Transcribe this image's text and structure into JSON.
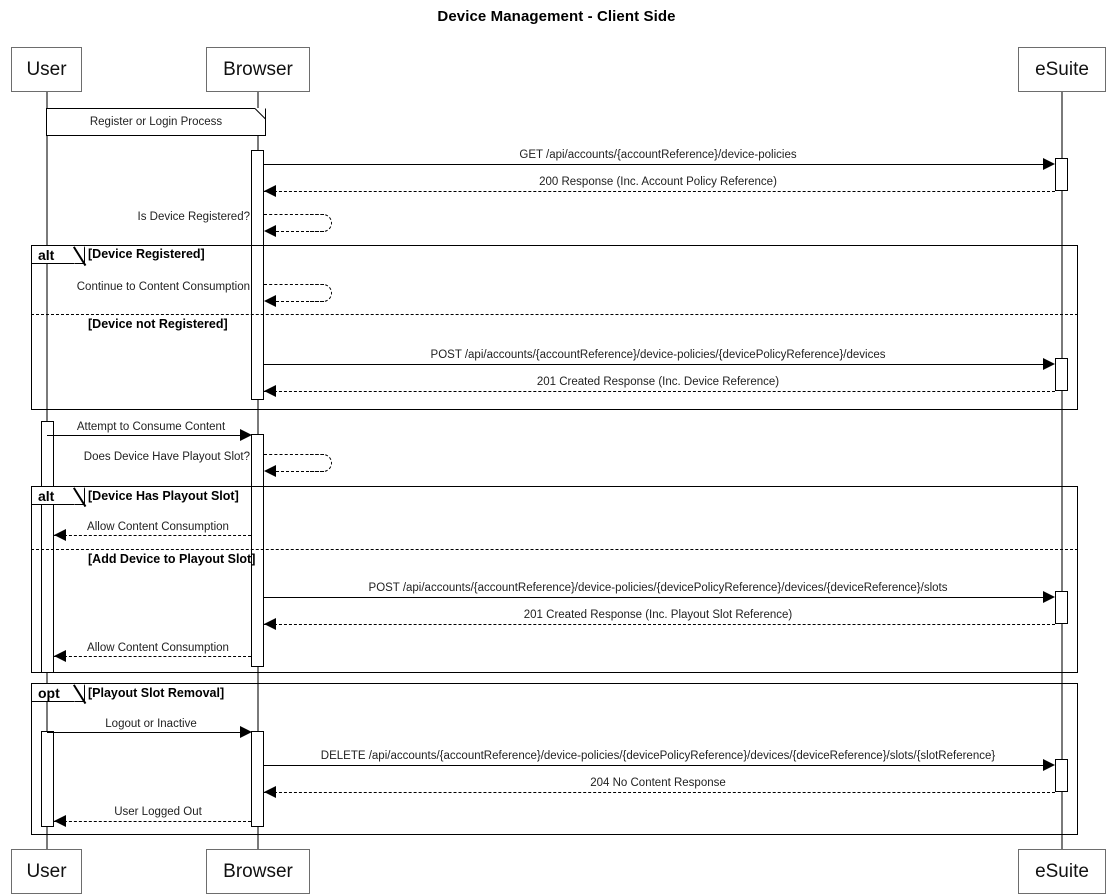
{
  "diagram": {
    "title": "Device Management - Client Side",
    "type": "sequence-diagram"
  },
  "participants": [
    {
      "id": "user",
      "label": "User"
    },
    {
      "id": "browser",
      "label": "Browser"
    },
    {
      "id": "esuite",
      "label": "eSuite"
    }
  ],
  "participants_bottom": [
    {
      "id": "user",
      "label": "User"
    },
    {
      "id": "browser",
      "label": "Browser"
    },
    {
      "id": "esuite",
      "label": "eSuite"
    }
  ],
  "notes": [
    {
      "id": "note-register-login",
      "text": "Register or Login Process"
    }
  ],
  "messages": [
    {
      "id": "m1",
      "text": "GET /api/accounts/{accountReference}/device-policies"
    },
    {
      "id": "m2",
      "text": "200 Response (Inc. Account Policy Reference)"
    },
    {
      "id": "m3",
      "text": "Is Device Registered?"
    },
    {
      "id": "m4",
      "text": "Continue to Content Consumption"
    },
    {
      "id": "m5",
      "text": "POST /api/accounts/{accountReference}/device-policies/{devicePolicyReference}/devices"
    },
    {
      "id": "m6",
      "text": "201 Created Response (Inc. Device Reference)"
    },
    {
      "id": "m7",
      "text": "Attempt to Consume Content"
    },
    {
      "id": "m8",
      "text": "Does Device Have Playout Slot?"
    },
    {
      "id": "m9",
      "text": "Allow Content Consumption"
    },
    {
      "id": "m10",
      "text": "POST /api/accounts/{accountReference}/device-policies/{devicePolicyReference}/devices/{deviceReference}/slots"
    },
    {
      "id": "m11",
      "text": "201 Created Response (Inc. Playout Slot Reference)"
    },
    {
      "id": "m12",
      "text": "Allow Content Consumption"
    },
    {
      "id": "m13",
      "text": "Logout or Inactive"
    },
    {
      "id": "m14",
      "text": "DELETE /api/accounts/{accountReference}/device-policies/{devicePolicyReference}/devices/{deviceReference}/slots/{slotReference}"
    },
    {
      "id": "m15",
      "text": "204 No Content Response"
    },
    {
      "id": "m16",
      "text": "User Logged Out"
    }
  ],
  "fragments": [
    {
      "id": "frag-device-registration",
      "operator": "alt",
      "conditions": [
        "[Device Registered]",
        "[Device not Registered]"
      ]
    },
    {
      "id": "frag-playout-slot",
      "operator": "alt",
      "conditions": [
        "[Device Has Playout Slot]",
        "[Add Device to Playout Slot]"
      ]
    },
    {
      "id": "frag-playout-slot-removal",
      "operator": "opt",
      "conditions": [
        "[Playout Slot Removal]"
      ]
    }
  ],
  "colors": {
    "line": "#000000",
    "lifeline": "#7a7a7a",
    "box_border": "#6d6d6d",
    "background": "#ffffff",
    "text": "#222222"
  }
}
